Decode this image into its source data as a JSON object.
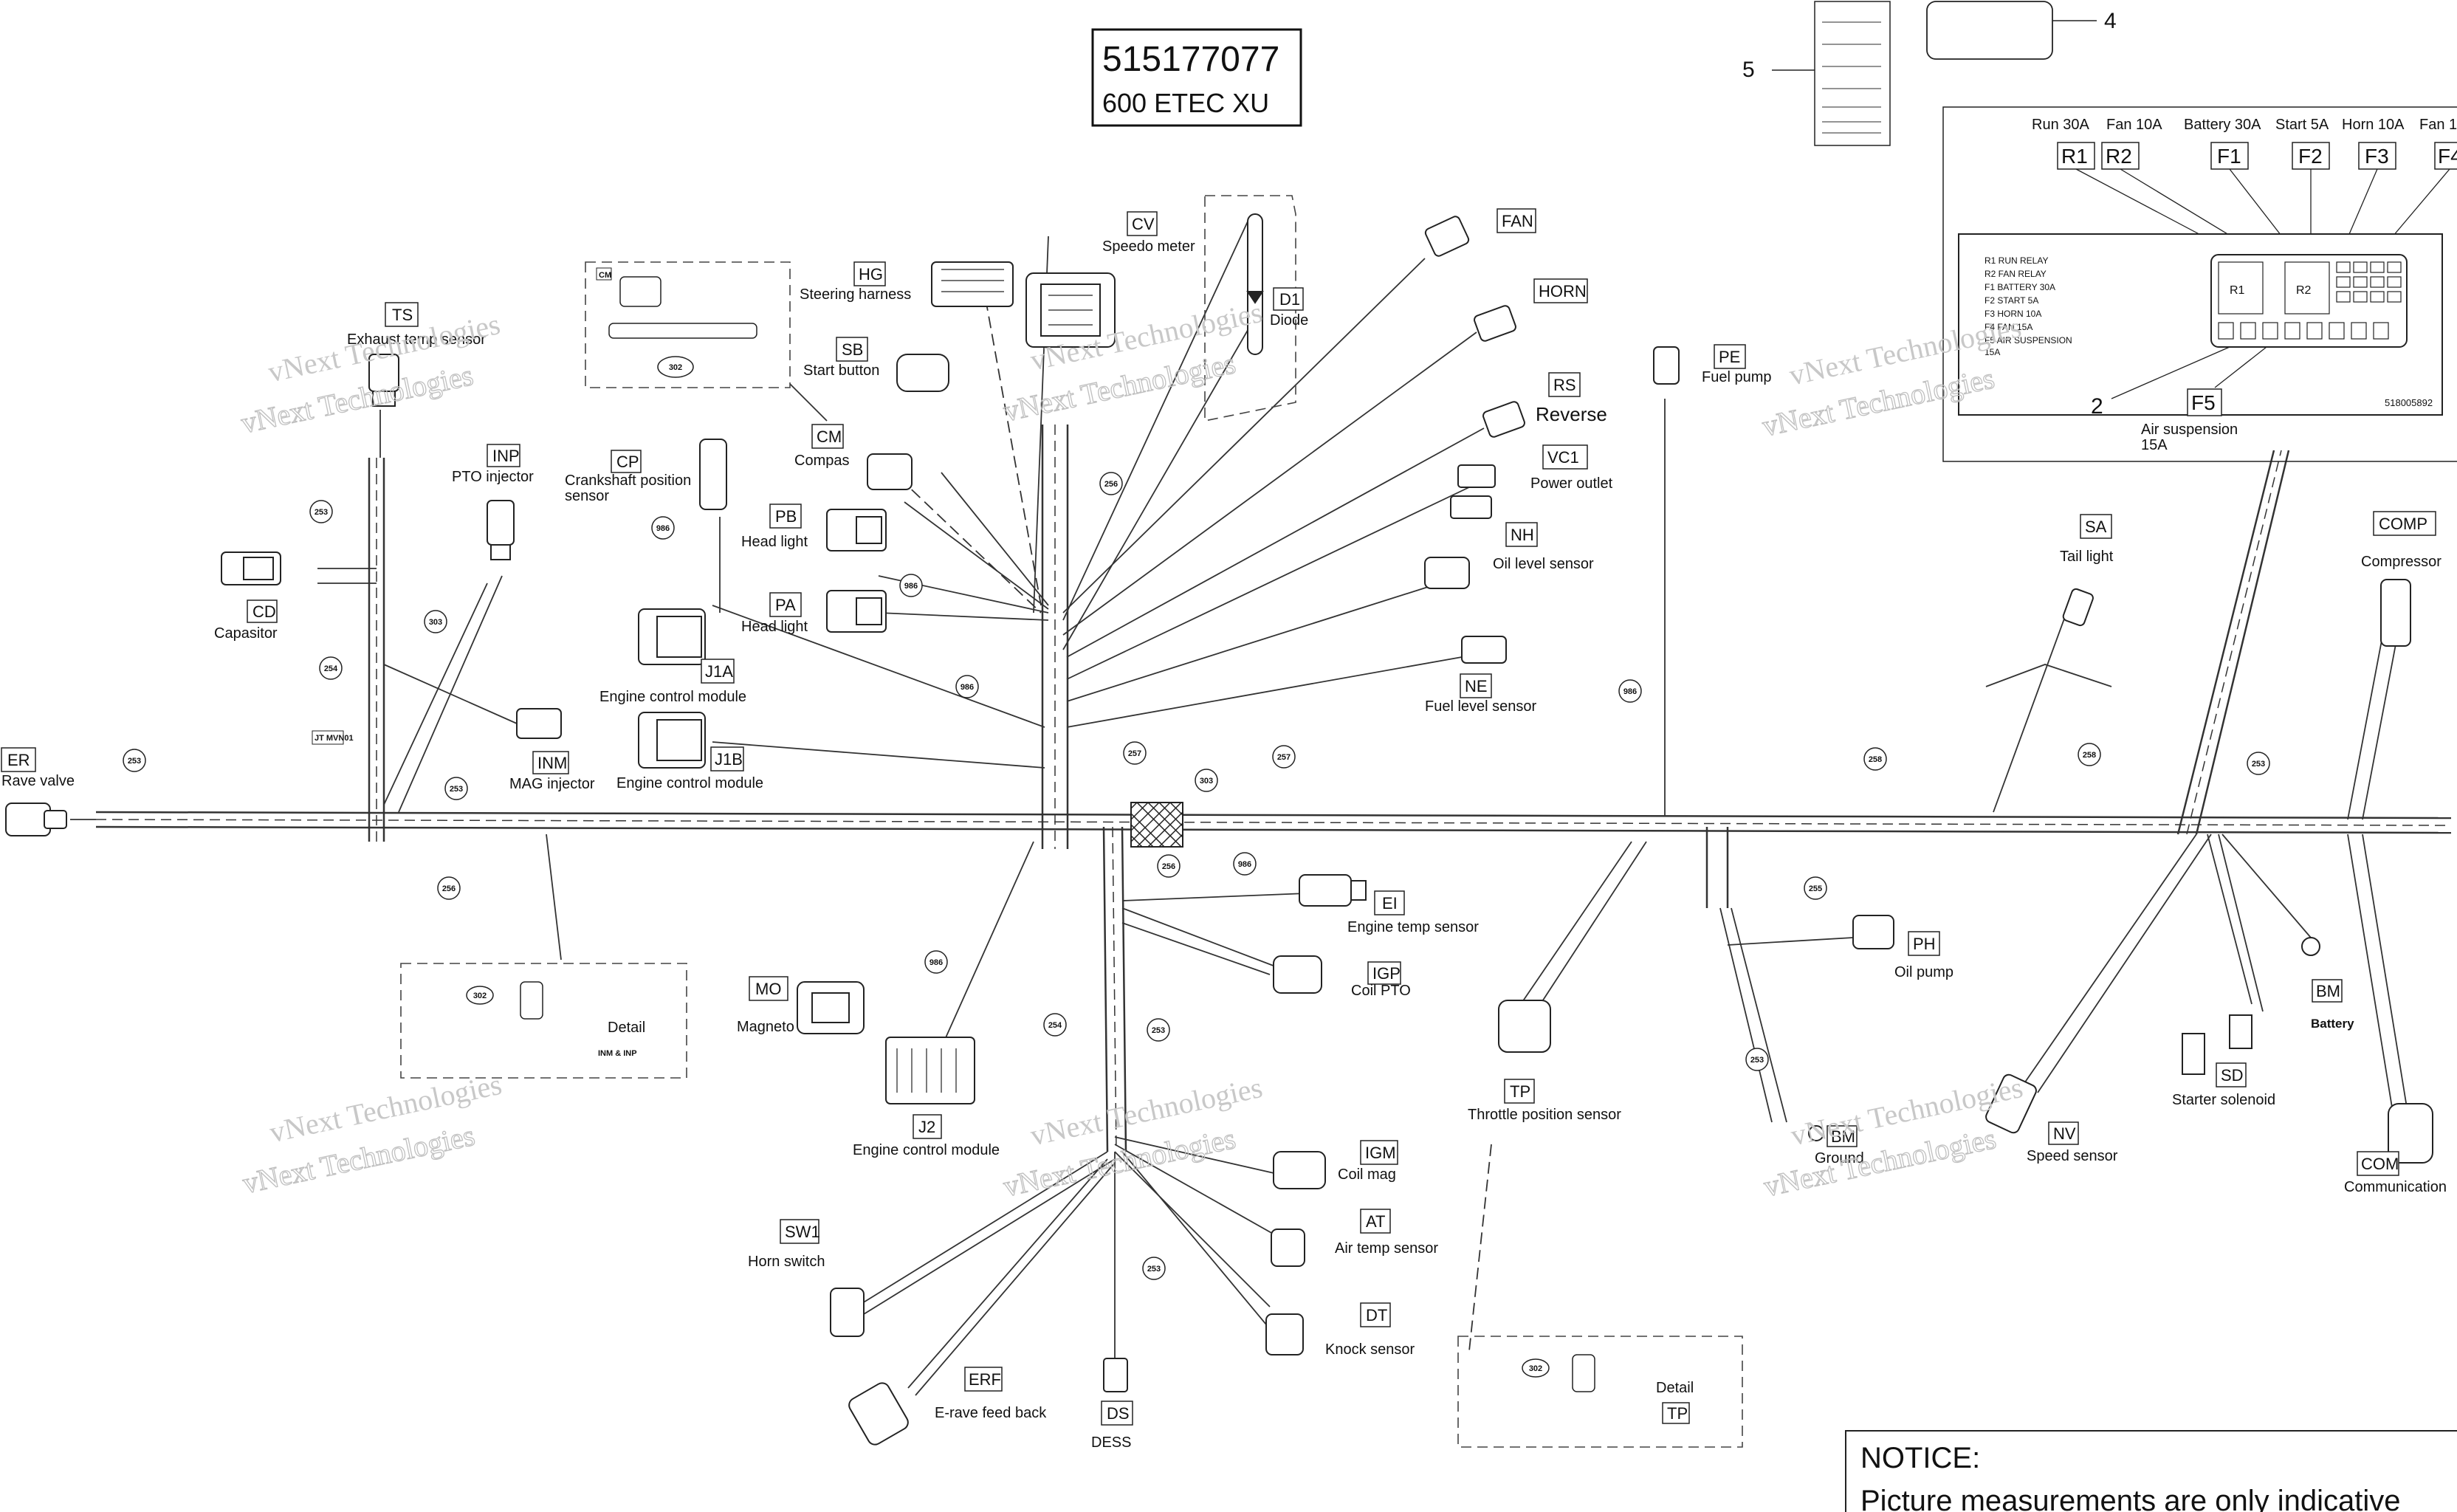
{
  "title_block": {
    "part_number": "515177077",
    "model": "600 ETEC XU"
  },
  "watermark": "vNext Technologies",
  "notice": {
    "heading": "NOTICE:",
    "text": "Picture measurements are only indicative"
  },
  "fuse_box": {
    "ratings": [
      "Run 30A",
      "Fan 10A",
      "Battery 30A",
      "Start 5A",
      "Horn 10A",
      "Fan 1"
    ],
    "slots": [
      "R1",
      "R2",
      "F1",
      "F2",
      "F3",
      "F4"
    ],
    "legend": [
      "R1 RUN RELAY",
      "R2 FAN RELAY",
      "F1 BATTERY 30A",
      "F2 START 5A",
      "F3 HORN 10A",
      "F4 FAN 15A",
      "F5 AIR SUSPENSION",
      "15A"
    ],
    "part_number": "518005892",
    "f5_code": "F5",
    "f5_label_1": "Air suspension",
    "f5_label_2": "15A",
    "callout_2": "2",
    "callout_4": "4",
    "callout_5": "5"
  },
  "connectors": [
    {
      "code": "ER",
      "label": "Rave valve"
    },
    {
      "code": "TS",
      "label": "Exhaust temp sensor"
    },
    {
      "code": "INP",
      "label": "PTO injector"
    },
    {
      "code": "CD",
      "label": "Capasitor"
    },
    {
      "code": "INM",
      "label": "MAG injector"
    },
    {
      "code": "CP",
      "label": "Crankshaft position"
    },
    {
      "code": "",
      "label": "sensor"
    },
    {
      "code": "CM",
      "label": "Compas"
    },
    {
      "code": "HG",
      "label": "Steering harness"
    },
    {
      "code": "SB",
      "label": "Start button"
    },
    {
      "code": "PB",
      "label": "Head light"
    },
    {
      "code": "PA",
      "label": "Head light"
    },
    {
      "code": "J1A",
      "label": "Engine control module"
    },
    {
      "code": "J1B",
      "label": "Engine control module"
    },
    {
      "code": "CV",
      "label": "Speedo meter"
    },
    {
      "code": "D1",
      "label": "Diode"
    },
    {
      "code": "FAN",
      "label": ""
    },
    {
      "code": "HORN",
      "label": ""
    },
    {
      "code": "RS",
      "label": "Reverse"
    },
    {
      "code": "VC1",
      "label": "Power outlet"
    },
    {
      "code": "NH",
      "label": "Oil level sensor"
    },
    {
      "code": "NE",
      "label": "Fuel level sensor"
    },
    {
      "code": "PE",
      "label": "Fuel pump"
    },
    {
      "code": "SA",
      "label": "Tail light"
    },
    {
      "code": "COMP",
      "label": "Compressor"
    },
    {
      "code": "EI",
      "label": "Engine temp sensor"
    },
    {
      "code": "IGP",
      "label": "Coil PTO"
    },
    {
      "code": "MO",
      "label": "Magneto"
    },
    {
      "code": "J2",
      "label": "Engine control module"
    },
    {
      "code": "IGM",
      "label": "Coil mag"
    },
    {
      "code": "AT",
      "label": "Air temp sensor"
    },
    {
      "code": "DT",
      "label": "Knock sensor"
    },
    {
      "code": "SW1",
      "label": "Horn switch"
    },
    {
      "code": "ERF",
      "label": "E-rave feed back"
    },
    {
      "code": "DS",
      "label": "DESS"
    },
    {
      "code": "TP",
      "label": "Throttle position sensor"
    },
    {
      "code": "PH",
      "label": "Oil pump"
    },
    {
      "code": "BM",
      "label": "Ground"
    },
    {
      "code": "BM",
      "label": "Battery"
    },
    {
      "code": "NV",
      "label": "Speed sensor"
    },
    {
      "code": "SD",
      "label": "Starter solenoid"
    },
    {
      "code": "COM",
      "label": "Communication"
    }
  ],
  "details": [
    {
      "label": "Detail",
      "code": "INM & INP",
      "ref": "302"
    },
    {
      "label": "Detail",
      "code": "TP",
      "ref": "302"
    }
  ],
  "cm_inset_ref": "302",
  "cm_inset_code": "CM",
  "clip_label": "JT MVN01",
  "wire_refs": [
    "253",
    "253",
    "254",
    "255",
    "256",
    "257",
    "258",
    "302",
    "303",
    "986"
  ]
}
